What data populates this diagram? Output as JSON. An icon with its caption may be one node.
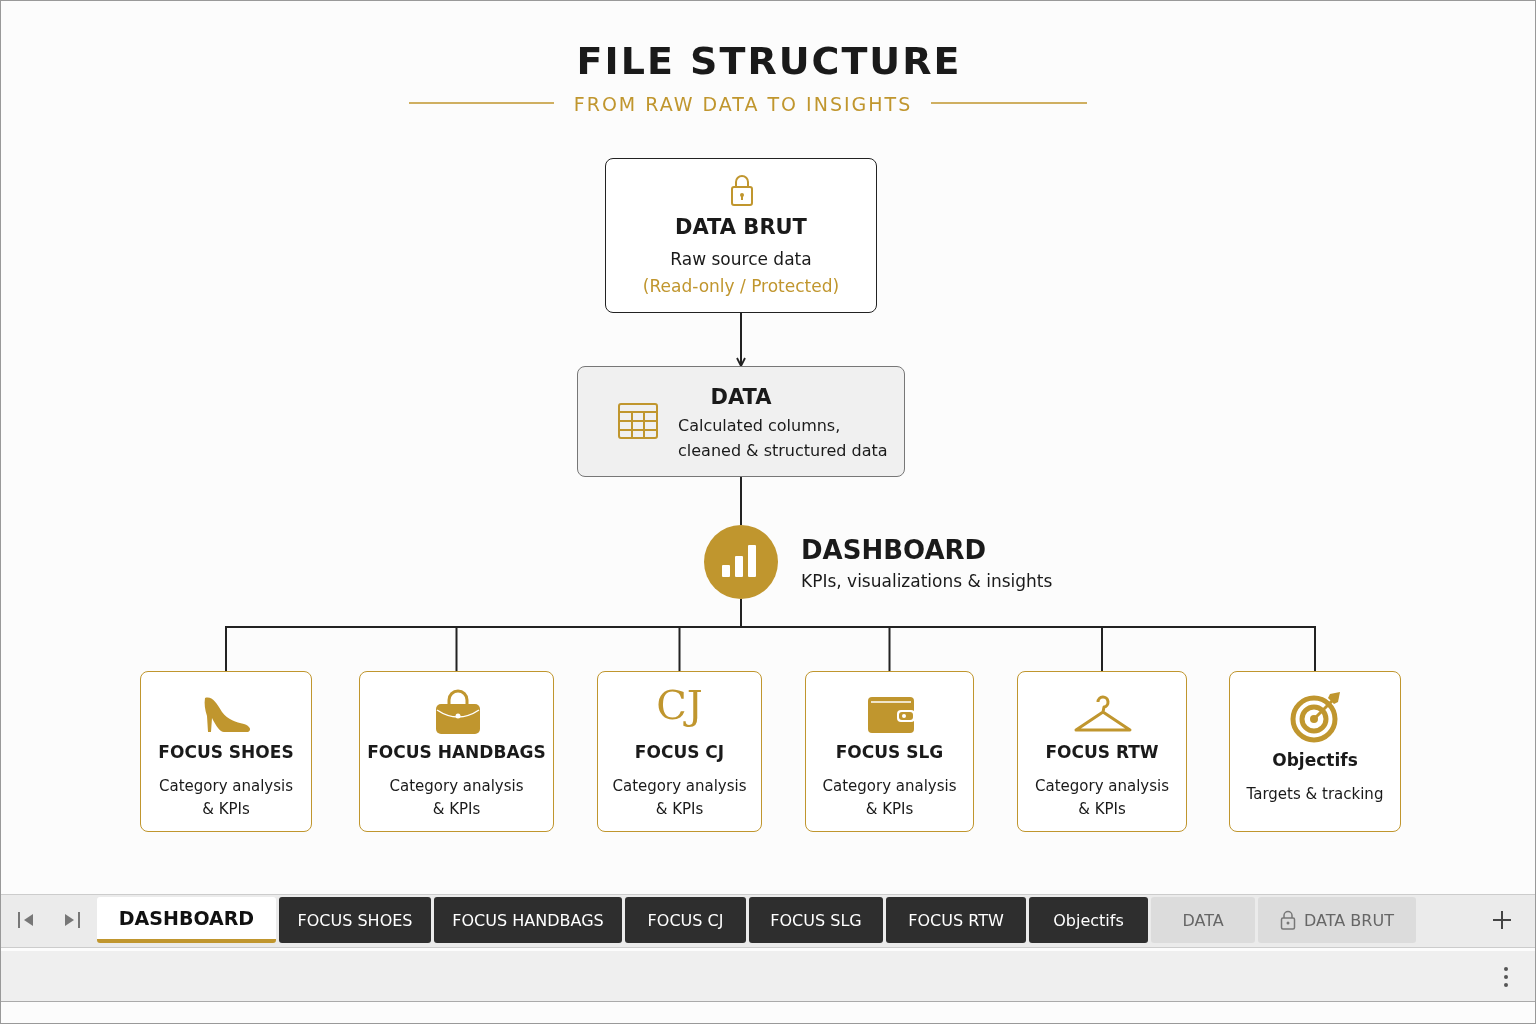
{
  "diagram": {
    "title": "FILE STRUCTURE",
    "nodes": [
      {
        "text": [
          "DATA BRUT",
          "Raw source data",
          "(Read-only / Protected)"
        ]
      },
      {
        "text": [
          "DATA",
          "Calculated columns, cleaned & structured data"
        ]
      },
      {
        "text": [
          "DASHBOARD",
          "KPIs, visualizations & insights"
        ]
      },
      {
        "text": [
          "FOCUS SHOES",
          "Category analysis & KPIs"
        ]
      },
      {
        "text": [
          "FOCUS HANDBAGS",
          "Category analysis & KPIs"
        ]
      },
      {
        "text": [
          "CJ",
          "FOCUS CJ",
          "Category analysis & KPIs"
        ]
      },
      {
        "text": [
          "FOCUS SLG",
          "Category analysis & KPIs"
        ]
      },
      {
        "text": [
          "FOCUS RTW",
          "Category analysis & KPIs"
        ]
      },
      {
        "text": [
          "Objectifs",
          "Targets & tracking"
        ]
      }
    ],
    "edges": [
      {
        "from": 0,
        "to": 1,
        "arrow": "to"
      },
      {
        "from": 1,
        "to": 2,
        "arrow": "none"
      },
      {
        "from": 2,
        "to": 3,
        "arrow": "none"
      },
      {
        "from": 2,
        "to": 4,
        "arrow": "none"
      },
      {
        "from": 2,
        "to": 5,
        "arrow": "none"
      },
      {
        "from": 2,
        "to": 6,
        "arrow": "none"
      },
      {
        "from": 2,
        "to": 7,
        "arrow": "none"
      },
      {
        "from": 2,
        "to": 8,
        "arrow": "none"
      }
    ],
    "labels": [
      "FROM RAW DATA TO INSIGHTS",
      "DASHBOARD",
      "FOCUS SHOES",
      "FOCUS HANDBAGS",
      "FOCUS CJ",
      "FOCUS SLG",
      "FOCUS RTW",
      "Objectifs",
      "DATA",
      "DATA BRUT"
    ]
  }
}
